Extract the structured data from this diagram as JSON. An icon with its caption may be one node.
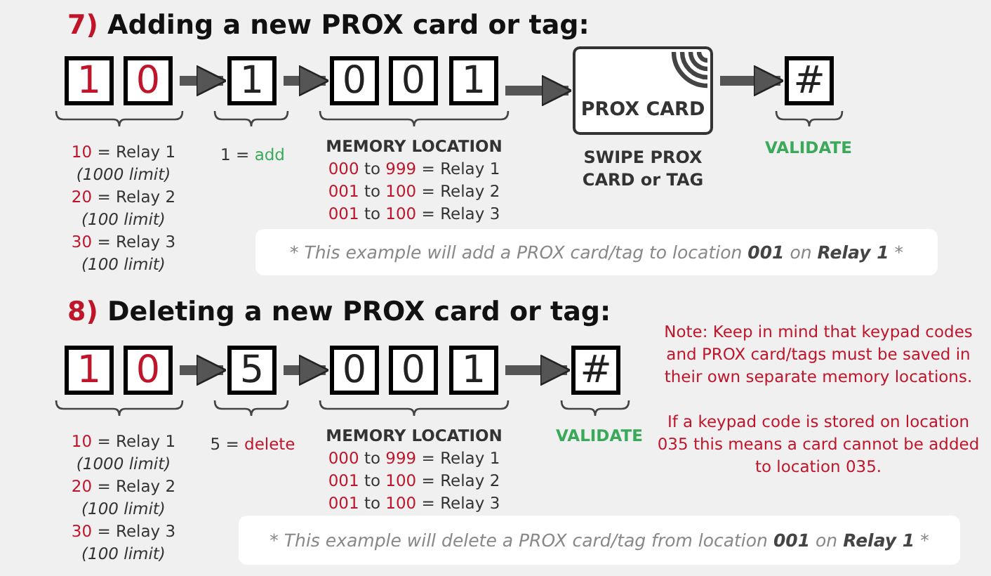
{
  "diagram": {
    "nodes": [
      {
        "text": [
          "1"
        ]
      },
      {
        "text": [
          "0"
        ]
      },
      {
        "text": [
          "1"
        ]
      },
      {
        "text": [
          "0"
        ]
      },
      {
        "text": [
          "0"
        ]
      },
      {
        "text": [
          "1"
        ]
      },
      {
        "text": [
          "PROX CARD"
        ],
        "beside": [
          "SWIPE PROX CARD or TAG"
        ]
      },
      {
        "text": [
          "#"
        ]
      },
      {
        "text": [
          "1"
        ]
      },
      {
        "text": [
          "0"
        ]
      },
      {
        "text": [
          "5"
        ]
      },
      {
        "text": [
          "0"
        ]
      },
      {
        "text": [
          "0"
        ]
      },
      {
        "text": [
          "1"
        ]
      },
      {
        "text": [
          "#"
        ]
      }
    ],
    "edges": [
      {
        "from": 1,
        "to": 2,
        "arrow": "to"
      },
      {
        "from": 2,
        "to": 3,
        "arrow": "to"
      },
      {
        "from": 5,
        "to": 6,
        "arrow": "to"
      },
      {
        "from": 6,
        "to": 7,
        "arrow": "to"
      },
      {
        "from": 9,
        "to": 10,
        "arrow": "to"
      },
      {
        "from": 10,
        "to": 11,
        "arrow": "to"
      },
      {
        "from": 13,
        "to": 14,
        "arrow": "to"
      }
    ],
    "labels": [
      "7) Adding a new PROX card or tag:",
      "10 = Relay 1",
      "(1000 limit)",
      "20 = Relay 2",
      "(100 limit)",
      "30 = Relay 3",
      "(100 limit)",
      "1 = add",
      "MEMORY LOCATION",
      "000 to 999 = Relay 1",
      "001 to 100 = Relay 2",
      "001 to 100 = Relay 3",
      "VALIDATE",
      "* This example will add a PROX card/tag to location **001** on **Relay 1** *",
      "8) Deleting a new PROX card or tag:",
      "10 = Relay 1",
      "(1000 limit)",
      "20 = Relay 2",
      "(100 limit)",
      "30 = Relay 3",
      "(100 limit)",
      "5 = delete",
      "MEMORY LOCATION",
      "000 to 999 = Relay 1",
      "001 to 100 = Relay 2",
      "001 to 100 = Relay 3",
      "VALIDATE",
      "Note: Keep in mind that keypad codes and PROX card/tags must be saved in their own separate memory locations.",
      "If a keypad code is stored on location 035 this means a card cannot be added to location 035.",
      "* This example will delete a PROX card/tag from location **001** on **Relay 1** *"
    ]
  }
}
